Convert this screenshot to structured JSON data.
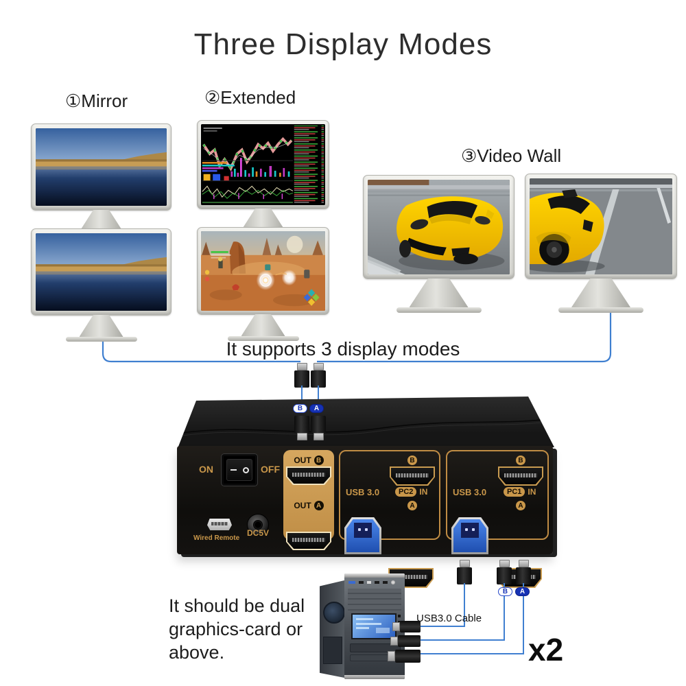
{
  "title": "Three Display Modes",
  "modes": {
    "mirror": "①Mirror",
    "extended": "②Extended",
    "video_wall": "③Video Wall"
  },
  "supports_text": "It supports 3 display modes",
  "device": {
    "power_on": "ON",
    "power_off": "OFF",
    "out_b_label": "OUT",
    "out_b_badge": "B",
    "out_a_label": "OUT",
    "out_a_badge": "A",
    "wired_remote": "Wired Remote",
    "dc_label": "DC5V",
    "pc2": {
      "usb_label": "USB 3.0",
      "top_badge": "B",
      "name": "PC2",
      "in_label": "IN",
      "bottom_badge": "A"
    },
    "pc1": {
      "usb_label": "USB 3.0",
      "top_badge": "B",
      "name": "PC1",
      "in_label": "IN",
      "bottom_badge": "A"
    },
    "top_cable_badge_b": "B",
    "top_cable_badge_a": "A"
  },
  "bottom": {
    "note": "It should be dual graphics-card or above.",
    "cable_label": "USB3.0 Cable",
    "multiplier": "x2",
    "badge_b": "B",
    "badge_a": "A"
  },
  "colors": {
    "gold": "#c9974a",
    "panel_gold": "#cd9c54",
    "cable_blue": "#3f7fd0",
    "badge_blue": "#1632b4",
    "usb_blue": "#2f6fd6"
  }
}
